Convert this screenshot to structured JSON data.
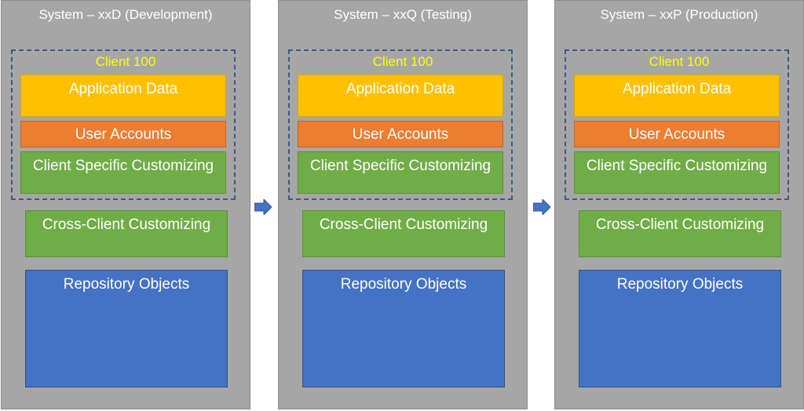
{
  "systems": [
    {
      "title": "System – xxD (Development)",
      "client_label": "Client 100",
      "application_data": "Application Data",
      "user_accounts": "User Accounts",
      "client_specific": "Client Specific Customizing",
      "cross_client": "Cross-Client Customizing",
      "repository": "Repository Objects"
    },
    {
      "title": "System – xxQ (Testing)",
      "client_label": "Client 100",
      "application_data": "Application Data",
      "user_accounts": "User Accounts",
      "client_specific": "Client Specific Customizing",
      "cross_client": "Cross-Client Customizing",
      "repository": "Repository Objects"
    },
    {
      "title": "System – xxP (Production)",
      "client_label": "Client 100",
      "application_data": "Application Data",
      "user_accounts": "User Accounts",
      "client_specific": "Client Specific Customizing",
      "cross_client": "Cross-Client Customizing",
      "repository": "Repository Objects"
    }
  ],
  "colors": {
    "system_bg": "#a6a6a6",
    "client_frame": "#3a5a8c",
    "client_label": "#ffff00",
    "application_data": "#ffc000",
    "user_accounts": "#ed7d31",
    "customizing": "#70ad47",
    "repository": "#4472c4",
    "arrow": "#4472c4"
  },
  "arrows": [
    "arrow-right-icon",
    "arrow-right-icon"
  ]
}
